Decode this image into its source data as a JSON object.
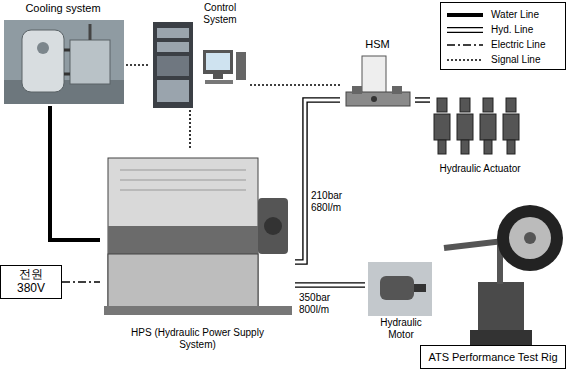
{
  "diagram": {
    "nodes": [
      {
        "text": [
          "Cooling system"
        ]
      },
      {
        "text": [
          "Control System"
        ]
      },
      {
        "text": [
          "HSM"
        ]
      },
      {
        "text": [
          "Hydraulic Actuator"
        ]
      },
      {
        "text": [
          "HPS (Hydraulic Power Supply System)"
        ]
      },
      {
        "text": [
          "전원 380V"
        ]
      },
      {
        "text": [
          "Hydraulic Motor"
        ]
      },
      {
        "text": [
          "ATS Performance Test Rig"
        ]
      }
    ],
    "edges": [
      {
        "from": 0,
        "to": 4,
        "arrow": "none"
      },
      {
        "from": 0,
        "to": 1,
        "arrow": "none"
      },
      {
        "from": 1,
        "to": 4,
        "arrow": "none"
      },
      {
        "from": 1,
        "to": 2,
        "arrow": "none"
      },
      {
        "from": 4,
        "to": 2,
        "label": "210bar 680l/m",
        "arrow": "none"
      },
      {
        "from": 2,
        "to": 3,
        "arrow": "none"
      },
      {
        "from": 4,
        "to": 6,
        "label": "350bar 800l/m",
        "arrow": "none"
      },
      {
        "from": 5,
        "to": 4,
        "arrow": "none"
      }
    ],
    "legend": [
      {
        "text": "Water Line"
      },
      {
        "text": "Hyd. Line"
      },
      {
        "text": "Electric Line"
      },
      {
        "text": "Signal Line"
      }
    ]
  }
}
